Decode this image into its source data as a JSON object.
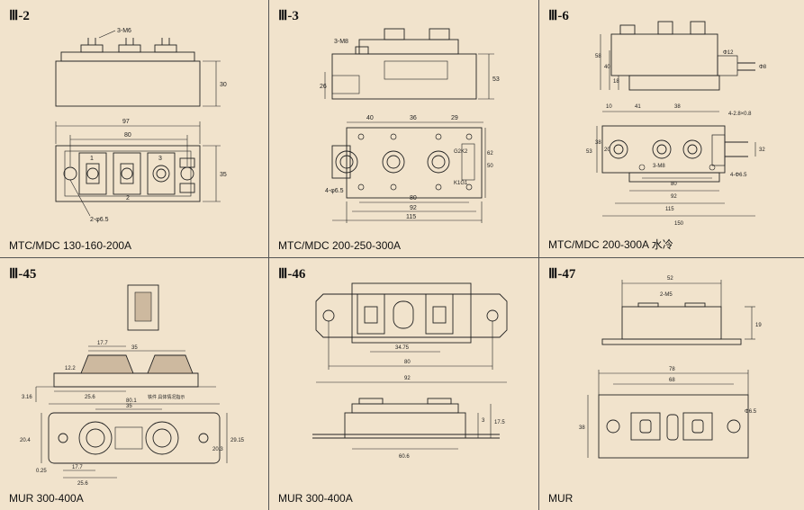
{
  "panels": [
    {
      "title": "Ⅲ-2",
      "caption": "MTC/MDC 130-160-200A",
      "dims": {
        "screw": "3-M6",
        "w97": "97",
        "w80": "80",
        "h30": "30",
        "h35": "35",
        "hole": "2-φ6.5",
        "t1": "1",
        "t2": "2",
        "t3": "3"
      }
    },
    {
      "title": "Ⅲ-3",
      "caption": "MTC/MDC 200-250-300A",
      "dims": {
        "screw": "3-M8",
        "h26": "26",
        "h53": "53",
        "w40": "40",
        "w36": "36",
        "w29": "29",
        "hole": "4-φ6.5",
        "w80": "80",
        "w92": "92",
        "w115": "115",
        "h50": "50",
        "h62": "62",
        "k": "K1G1",
        "k2": "G2K2"
      }
    },
    {
      "title": "Ⅲ-6",
      "caption": "MTC/MDC 200-300A 水冷",
      "dims": {
        "h58": "58",
        "h40": "40",
        "h18": "18",
        "phi12": "Φ12",
        "phi8": "Φ8",
        "w10": "10",
        "w41": "41",
        "w38": "38",
        "tab": "4-2.8×0.8",
        "h53": "53",
        "h38": "38",
        "h20": "20",
        "screw": "3-M8",
        "hole": "4-Φ6.5",
        "h32": "32",
        "w80": "80",
        "w92": "92",
        "w115": "115",
        "w150": "150"
      }
    },
    {
      "title": "Ⅲ-45",
      "caption": "MUR 300-400A",
      "dims": {
        "w177": "17.7",
        "w35": "35",
        "h122": "12.2",
        "w256": "25.6",
        "h316": "3.16",
        "w801": "80.1",
        "w35b": "35",
        "h2915": "29.15",
        "h204": "20.4",
        "h203": "20.3",
        "w177b": "17.7",
        "w256b": "25.6",
        "h025": "0.25",
        "note": "铁件 具体情况指示"
      }
    },
    {
      "title": "Ⅲ-46",
      "caption": "MUR 300-400A",
      "dims": {
        "w3475": "34.75",
        "w80": "80",
        "w92": "92",
        "h3": "3",
        "h175": "17.5",
        "w606": "60.6"
      }
    },
    {
      "title": "Ⅲ-47",
      "caption": "MUR",
      "dims": {
        "w52": "52",
        "screw": "2-M5",
        "h19": "19",
        "w78": "78",
        "w68": "68",
        "hole": "Φ6.5",
        "h38": "38"
      }
    }
  ]
}
